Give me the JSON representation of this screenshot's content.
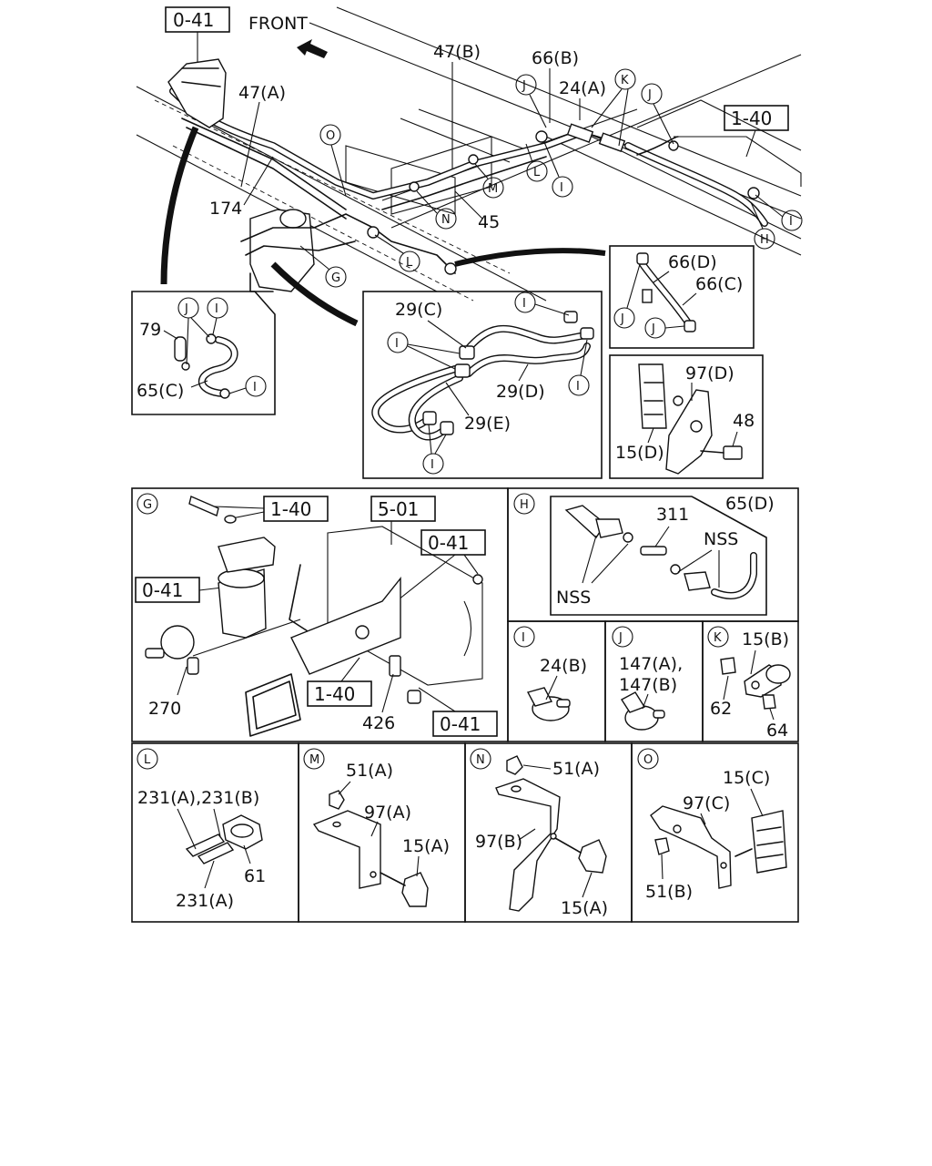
{
  "front_label": "FRONT",
  "refs": {
    "r041_top": "0-41",
    "r140_top": "1-40",
    "r140_g": "1-40",
    "r501_g": "5-01",
    "r041_g_right": "0-41",
    "r041_g_left": "0-41",
    "r140_g_bottom": "1-40",
    "r041_g_bottom": "0-41"
  },
  "main_labels": {
    "p47a": "47(A)",
    "p47b": "47(B)",
    "p66b": "66(B)",
    "p24a": "24(A)",
    "p174": "174",
    "p45": "45"
  },
  "letters": {
    "J": "J",
    "I": "I",
    "K": "K",
    "L": "L",
    "M": "M",
    "N": "N",
    "O": "O",
    "G": "G",
    "H": "H"
  },
  "inset_left": {
    "p79": "79",
    "p65c": "65(C)"
  },
  "inset_center": {
    "p29c": "29(C)",
    "p29d": "29(D)",
    "p29e": "29(E)"
  },
  "inset_right_top": {
    "p66d": "66(D)",
    "p66c": "66(C)"
  },
  "inset_right_bottom": {
    "p97d": "97(D)",
    "p48": "48",
    "p15d": "15(D)"
  },
  "panel_g": {
    "p270": "270",
    "p426": "426"
  },
  "panel_h": {
    "p311": "311",
    "p65d": "65(D)",
    "nss1": "NSS",
    "nss2": "NSS"
  },
  "panel_i": {
    "p24b": "24(B)"
  },
  "panel_j": {
    "p147a": "147(A),",
    "p147b": "147(B)"
  },
  "panel_k": {
    "p15b": "15(B)",
    "p62": "62",
    "p64": "64"
  },
  "panel_l": {
    "p231ab": "231(A),231(B)",
    "p61": "61",
    "p231a": "231(A)"
  },
  "panel_m": {
    "p51a": "51(A)",
    "p97a": "97(A)",
    "p15a": "15(A)"
  },
  "panel_n": {
    "p51a": "51(A)",
    "p97b": "97(B)",
    "p15a": "15(A)"
  },
  "panel_o": {
    "p15c": "15(C)",
    "p97c": "97(C)",
    "p51b": "51(B)"
  }
}
